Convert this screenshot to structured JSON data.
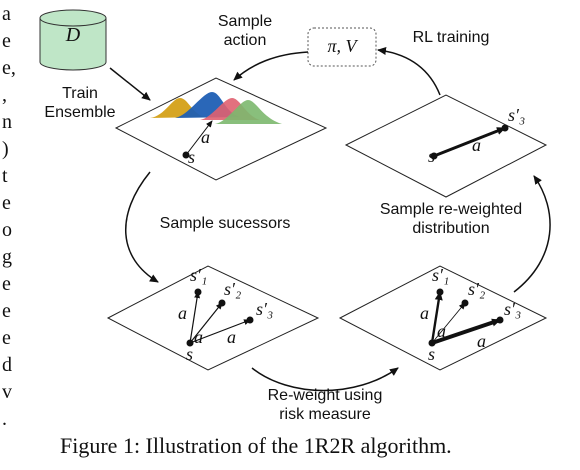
{
  "side_text": [
    "a",
    "e",
    "e,",
    ",",
    "n",
    ")",
    "t",
    "e",
    "o",
    "g",
    "e",
    "e",
    "e",
    "d",
    "v",
    "."
  ],
  "dataset_symbol": "D",
  "labels": {
    "train_ensemble": [
      "Train",
      "Ensemble"
    ],
    "sample_action": [
      "Sample",
      "action"
    ],
    "policy": "π, V",
    "rl_training": "RL training",
    "sample_successors": "Sample sucessors",
    "sample_reweighted": [
      "Sample re-weighted",
      "distribution"
    ],
    "reweight": [
      "Re-weight using",
      "risk measure"
    ]
  },
  "vars": {
    "s": "s",
    "a": "a",
    "s1p": "s′₁",
    "s2p": "s′₂",
    "s3p": "s′₃"
  },
  "ensemble_colors": [
    "#d4a017",
    "#1f5fb4",
    "#e06070",
    "#7cb86e"
  ],
  "caption": "Figure 1: Illustration of the 1R2R algorithm."
}
